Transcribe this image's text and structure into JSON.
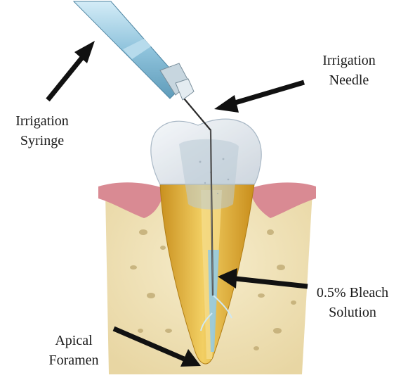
{
  "labels": {
    "syringe": [
      "Irrigation",
      "Syringe"
    ],
    "needle": [
      "Irrigation",
      "Needle"
    ],
    "bleach": [
      "0.5% Bleach",
      "Solution"
    ],
    "apical": [
      "Apical",
      "Foramen"
    ]
  },
  "colors": {
    "syringe_body": "#8fc3dc",
    "gum": "#d98a93",
    "bone": "#efe1b8",
    "root": "#e3b640",
    "crown": "#dbe3ea",
    "irrigant": "#8ec9e6",
    "arrow": "#111111"
  }
}
